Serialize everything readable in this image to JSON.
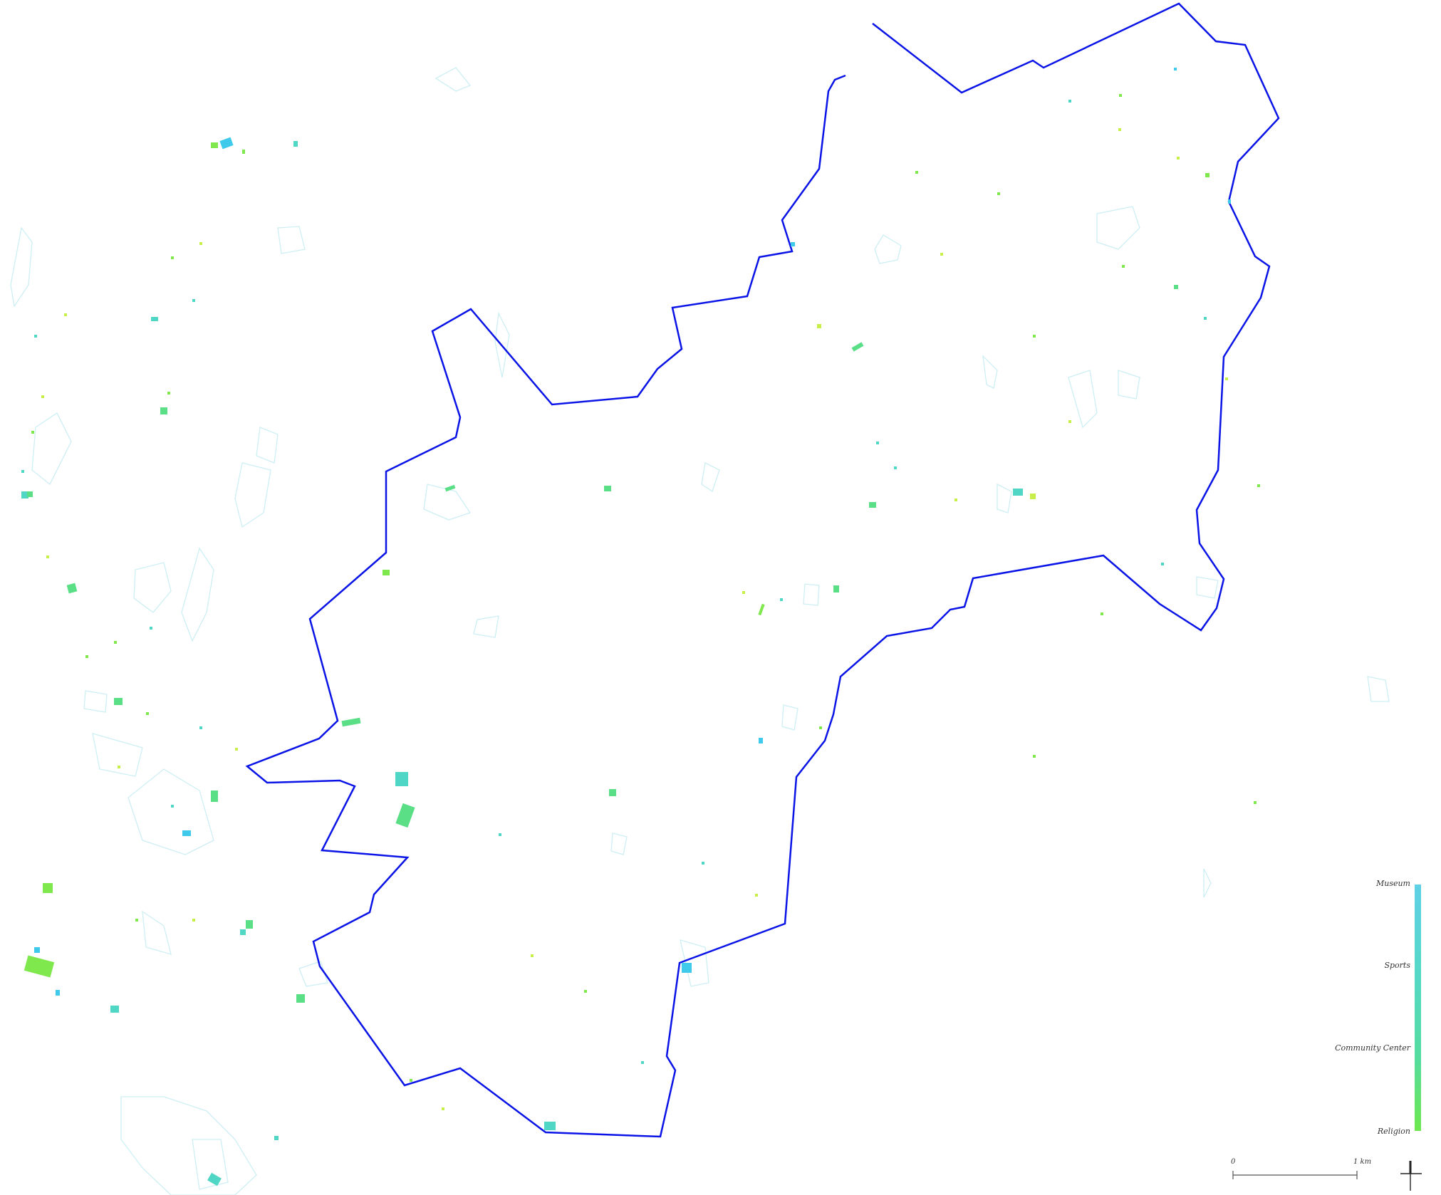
{
  "legend": {
    "title": "",
    "items": [
      {
        "label": "Museum",
        "color": "#5fd0e6"
      },
      {
        "label": "Sports",
        "color": "#55d8c8"
      },
      {
        "label": "Community Center",
        "color": "#55dca0"
      },
      {
        "label": "Religion",
        "color": "#6ee84e"
      }
    ]
  },
  "scale_bar": {
    "start_label": "0",
    "end_label": "1 km"
  },
  "boundary": {
    "color": "#0a14e6"
  },
  "north_arrow": {
    "icon": "north-arrow-icon"
  },
  "colors": {
    "outline": "#cdeff4",
    "museum": "#3fc9ea",
    "sports": "#4fd6c4",
    "community": "#5ade86",
    "religion": "#7ee84c",
    "religion_yellow": "#c8ee4a"
  }
}
